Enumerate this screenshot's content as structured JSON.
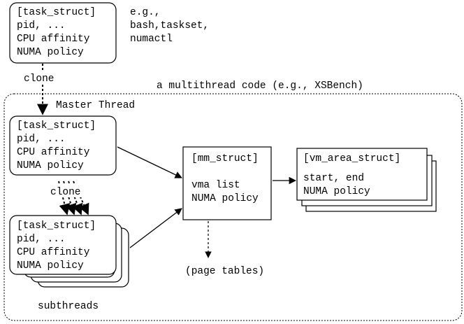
{
  "parent_process": {
    "box_lines": [
      "[task_struct]",
      "pid, ...",
      "CPU affinity",
      "NUMA policy"
    ],
    "tools_note": [
      "e.g.,",
      "bash,taskset,",
      "numactl"
    ]
  },
  "clone_label_top": "clone",
  "region_label": "a multithread code (e.g., XSBench)",
  "master_thread": {
    "label": "Master Thread",
    "box_lines": [
      "[task_struct]",
      "pid, ...",
      "CPU affinity",
      "NUMA policy"
    ]
  },
  "clone_label_inner": "clone",
  "subthreads": {
    "box_lines": [
      "[task_struct]",
      "pid, ...",
      "CPU affinity",
      "NUMA policy"
    ],
    "label": "subthreads"
  },
  "mm_struct": {
    "lines": [
      "[mm_struct]",
      "vma list",
      "NUMA policy"
    ]
  },
  "vm_area_struct": {
    "lines": [
      "[vm_area_struct]",
      "start, end",
      "NUMA policy"
    ]
  },
  "page_tables_label": "(page tables)"
}
